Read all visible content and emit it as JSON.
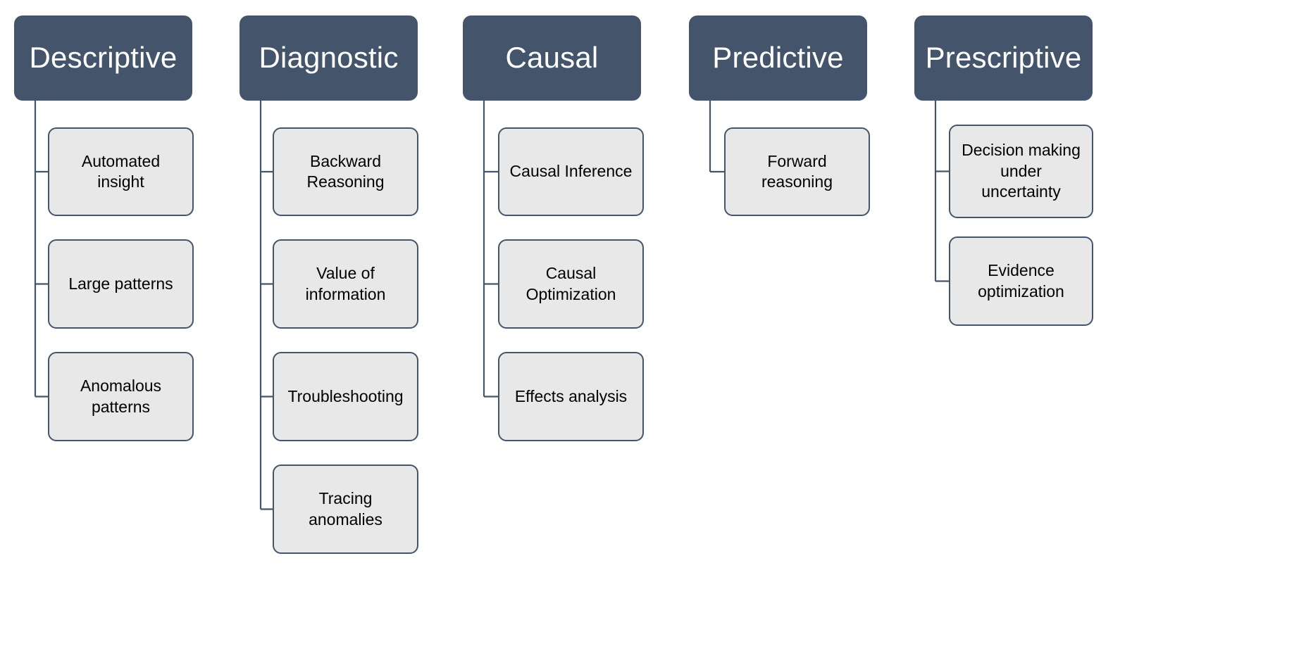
{
  "diagram": {
    "title_hidden": "",
    "colors": {
      "header_fill": "#44546A",
      "header_text": "#FFFFFF",
      "child_fill": "#E8E8E8",
      "child_border": "#44546A",
      "child_text": "#000000",
      "connector": "#44546A",
      "background": "#FFFFFF"
    },
    "columns": [
      {
        "id": "descriptive",
        "header": "Descriptive",
        "children": [
          {
            "label": "Automated\ninsight"
          },
          {
            "label": "Large patterns"
          },
          {
            "label": "Anomalous\npatterns"
          }
        ]
      },
      {
        "id": "diagnostic",
        "header": "Diagnostic",
        "children": [
          {
            "label": "Backward\nReasoning"
          },
          {
            "label": "Value of\ninformation"
          },
          {
            "label": "Troubleshooting"
          },
          {
            "label": "Tracing\nanomalies"
          }
        ]
      },
      {
        "id": "causal",
        "header": "Causal",
        "children": [
          {
            "label": "Causal Inference"
          },
          {
            "label": "Causal\nOptimization"
          },
          {
            "label": "Effects analysis"
          }
        ]
      },
      {
        "id": "predictive",
        "header": "Predictive",
        "children": [
          {
            "label": "Forward\nreasoning"
          }
        ]
      },
      {
        "id": "prescriptive",
        "header": "Prescriptive",
        "children": [
          {
            "label": "Decision making\nunder\nuncertainty"
          },
          {
            "label": "Evidence\noptimization"
          }
        ]
      }
    ]
  }
}
